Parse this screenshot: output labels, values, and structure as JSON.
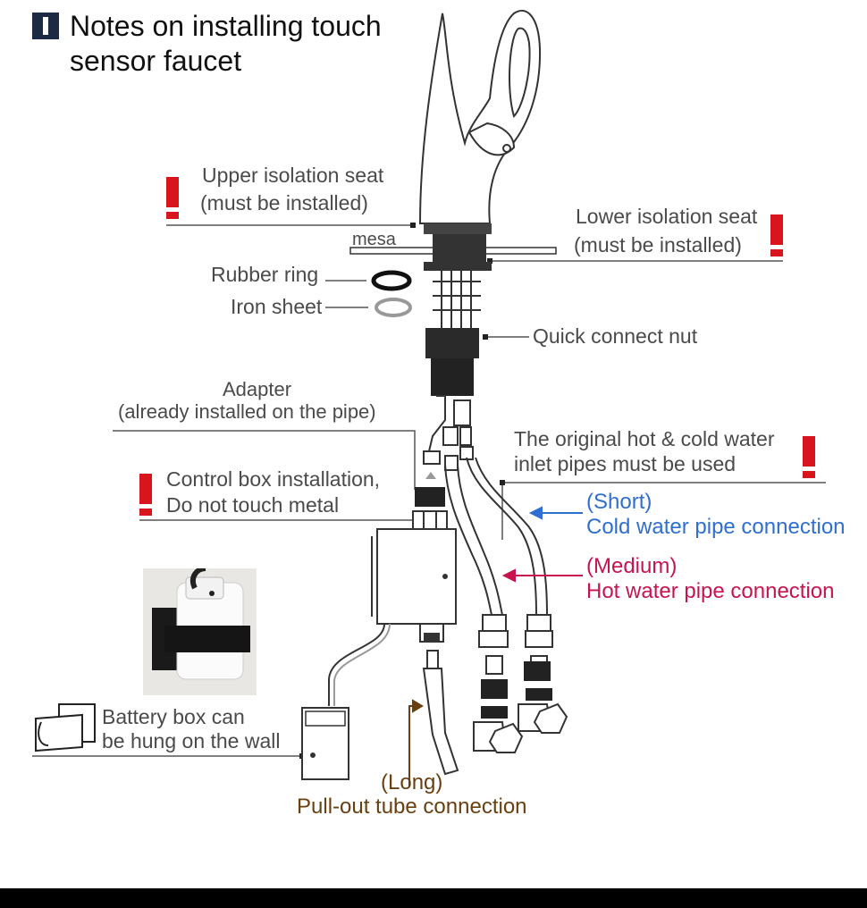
{
  "title": {
    "line1": "Notes on installing touch",
    "line2": "sensor faucet",
    "icon": "warning-square-icon"
  },
  "labels": {
    "upper_isolation_seat_1": "Upper isolation seat",
    "upper_isolation_seat_2": "(must be installed)",
    "lower_isolation_seat_1": "Lower isolation seat",
    "lower_isolation_seat_2": "(must be installed)",
    "mesa": "mesa",
    "rubber_ring": "Rubber ring",
    "iron_sheet": "Iron sheet",
    "quick_connect_nut": "Quick connect nut",
    "adapter_1": "Adapter",
    "adapter_2": "(already installed on the pipe)",
    "original_pipes_1": "The original hot & cold water",
    "original_pipes_2": "inlet pipes must be used",
    "control_box_1": "Control box installation,",
    "control_box_2": "Do not touch metal",
    "short": "(Short)",
    "cold_water": "Cold water pipe connection",
    "medium": "(Medium)",
    "hot_water": "Hot water pipe connection",
    "battery_box_1": "Battery box can",
    "battery_box_2": "be hung on the wall",
    "long": "(Long)",
    "pull_out": "Pull-out tube connection"
  },
  "colors": {
    "cold": "#2f6fd0",
    "hot": "#c8144e",
    "pullout": "#6b4010",
    "warning": "#d8151c",
    "title_badge": "#1c2a44"
  },
  "icons": [
    "warning-exclamation-icon",
    "faucet-illustration",
    "battery-box-photo",
    "wall-bracket-icon"
  ]
}
